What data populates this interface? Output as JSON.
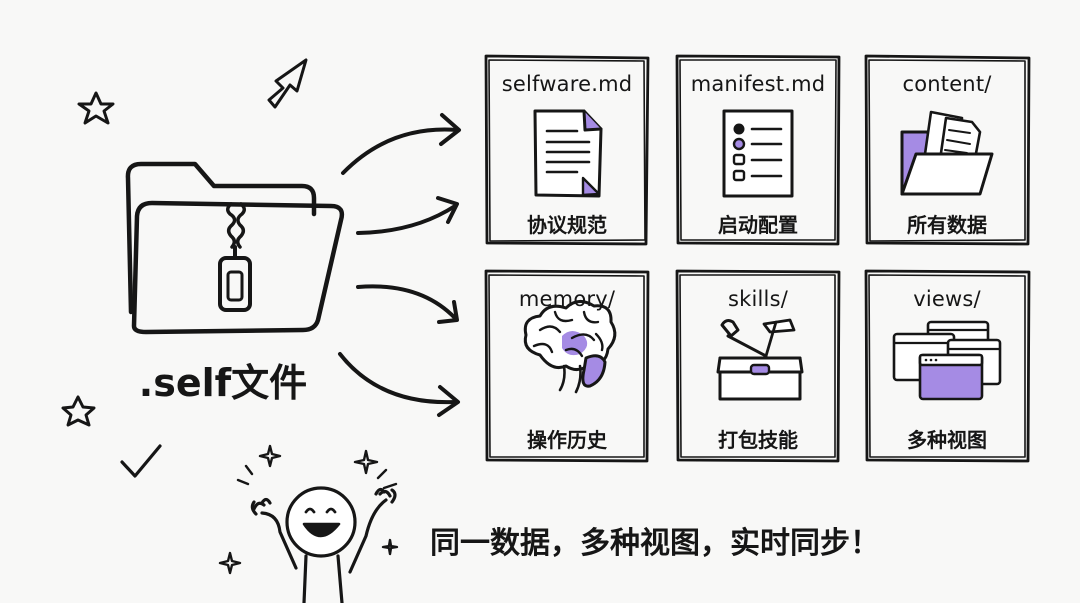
{
  "file_label": ".self文件",
  "cards": [
    {
      "title": "selfware.md",
      "caption": "协议规范",
      "icon": "document-icon"
    },
    {
      "title": "manifest.md",
      "caption": "启动配置",
      "icon": "checklist-icon"
    },
    {
      "title": "content/",
      "caption": "所有数据",
      "icon": "folder-documents-icon"
    },
    {
      "title": "memory/",
      "caption": "操作历史",
      "icon": "brain-icon"
    },
    {
      "title": "skills/",
      "caption": "打包技能",
      "icon": "toolbox-icon"
    },
    {
      "title": "views/",
      "caption": "多种视图",
      "icon": "windows-icon"
    }
  ],
  "tagline": "同一数据，多种视图，实时同步！",
  "colors": {
    "accent": "#a58be4",
    "ink": "#161616",
    "background": "#f8f8f7"
  }
}
